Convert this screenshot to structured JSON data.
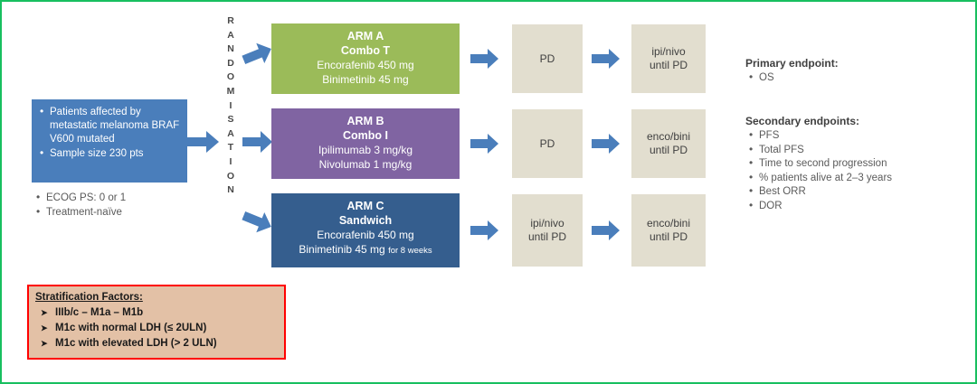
{
  "frame": {
    "border_color": "#18bf5f"
  },
  "population": {
    "box_color": "#4A7EBB",
    "items": [
      "Patients affected by metastatic melanoma BRAF V600 mutated",
      "Sample size 230 pts"
    ],
    "sub_items": [
      "ECOG PS: 0 or 1",
      "Treatment-naïve"
    ]
  },
  "randomisation": {
    "label": "RANDOMISATION",
    "letters": [
      "R",
      "A",
      "N",
      "D",
      "O",
      "M",
      "I",
      "S",
      "A",
      "T",
      "I",
      "O",
      "N"
    ]
  },
  "arms": [
    {
      "id": "arm-a",
      "name": "ARM A",
      "subtitle": "Combo T",
      "drug1": "Encorafenib 450 mg",
      "drug2": "Binimetinib 45 mg",
      "drug2_note": "",
      "color": "#9BBB59",
      "stage1": "PD",
      "stage2_line1": "ipi/nivo",
      "stage2_line2": "until PD"
    },
    {
      "id": "arm-b",
      "name": "ARM B",
      "subtitle": "Combo I",
      "drug1": "Ipilimumab 3 mg/kg",
      "drug2": "Nivolumab 1 mg/kg",
      "drug2_note": "",
      "color": "#8064A2",
      "stage1": "PD",
      "stage2_line1": "enco/bini",
      "stage2_line2": "until PD"
    },
    {
      "id": "arm-c",
      "name": "ARM C",
      "subtitle": "Sandwich",
      "drug1": "Encorafenib 450 mg",
      "drug2": "Binimetinib 45 mg",
      "drug2_note": "for 8 weeks",
      "color": "#355E8E",
      "stage1_line1": "ipi/nivo",
      "stage1_line2": "until PD",
      "stage2_line1": "enco/bini",
      "stage2_line2": "until PD"
    }
  ],
  "stage_box_color": "#E2DECF",
  "arrow_color": "#4A7EBB",
  "endpoints": {
    "primary": {
      "title": "Primary endpoint:",
      "items": [
        "OS"
      ]
    },
    "secondary": {
      "title": "Secondary endpoints:",
      "items": [
        "PFS",
        "Total PFS",
        "Time to second progression",
        "% patients alive at 2–3 years",
        "Best ORR",
        "DOR"
      ]
    }
  },
  "stratification": {
    "title": "Stratification Factors:",
    "border_color": "#ff0000",
    "background_color": "#E3C1A6",
    "items": [
      "IIIb/c – M1a – M1b",
      "M1c with normal LDH (≤ 2ULN)",
      "M1c with elevated LDH (> 2 ULN)"
    ]
  }
}
